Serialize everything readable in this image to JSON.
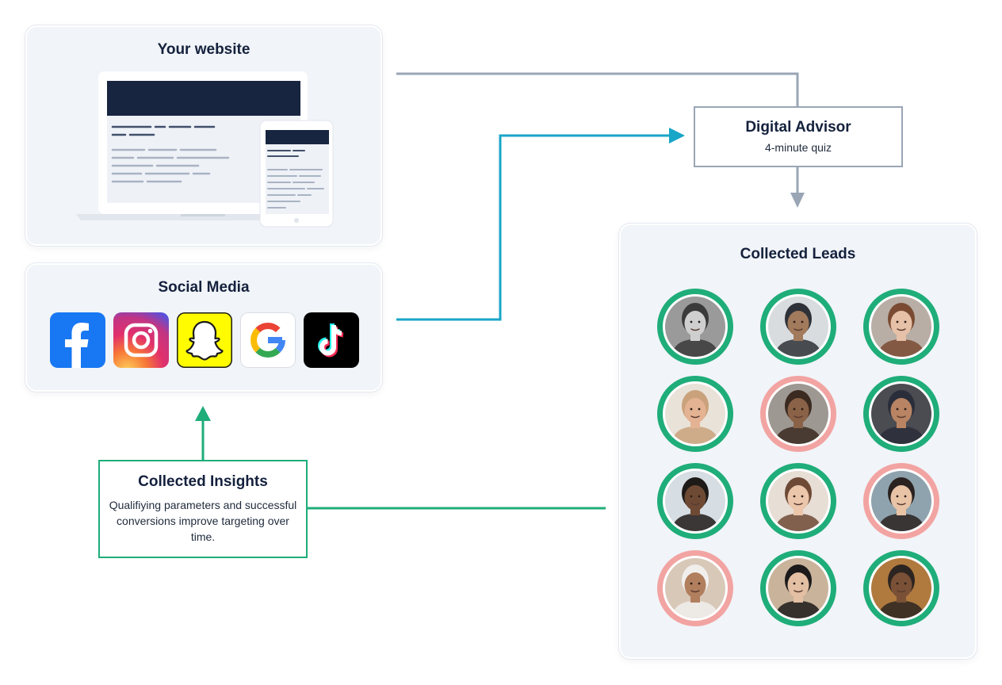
{
  "website": {
    "title": "Your website"
  },
  "social": {
    "title": "Social Media",
    "icons": [
      "facebook-icon",
      "instagram-icon",
      "snapchat-icon",
      "google-icon",
      "tiktok-icon"
    ]
  },
  "advisor": {
    "title": "Digital Advisor",
    "subtitle": "4-minute quiz"
  },
  "leads": {
    "title": "Collected Leads",
    "avatars": [
      {
        "status": "green",
        "skin": "#cfcfcf",
        "hair": "#3a3a3a",
        "bg": "#9a9a9a"
      },
      {
        "status": "green",
        "skin": "#a27a5c",
        "hair": "#2e3238",
        "bg": "#d9dcdf"
      },
      {
        "status": "green",
        "skin": "#e6c1a8",
        "hair": "#7a4a32",
        "bg": "#b8aea5"
      },
      {
        "status": "green",
        "skin": "#e4b393",
        "hair": "#c9a27c",
        "bg": "#e9e2d8"
      },
      {
        "status": "red",
        "skin": "#8a6247",
        "hair": "#3a2a20",
        "bg": "#9e9892"
      },
      {
        "status": "green",
        "skin": "#b98463",
        "hair": "#2a2e3a",
        "bg": "#4a4c52"
      },
      {
        "status": "green",
        "skin": "#6e4a34",
        "hair": "#1e1a18",
        "bg": "#d6dde3"
      },
      {
        "status": "green",
        "skin": "#ebc6ab",
        "hair": "#6e4a36",
        "bg": "#e7ded6"
      },
      {
        "status": "red",
        "skin": "#e8c3a6",
        "hair": "#2a2220",
        "bg": "#8fa3ae"
      },
      {
        "status": "red",
        "skin": "#b17f5e",
        "hair": "#f1efec",
        "bg": "#d8c8b8"
      },
      {
        "status": "green",
        "skin": "#e3bfa3",
        "hair": "#1c1a1a",
        "bg": "#c9b39b"
      },
      {
        "status": "green",
        "skin": "#7a5136",
        "hair": "#2c2420",
        "bg": "#b07a3e"
      }
    ]
  },
  "insights": {
    "title": "Collected Insights",
    "description": "Qualifiying parameters and successful conversions improve targeting over time."
  },
  "colors": {
    "green": "#1fad7a",
    "teal": "#18a6c8",
    "gray": "#9aa6b6",
    "navy": "#14213d",
    "red": "#f2a4a2"
  }
}
